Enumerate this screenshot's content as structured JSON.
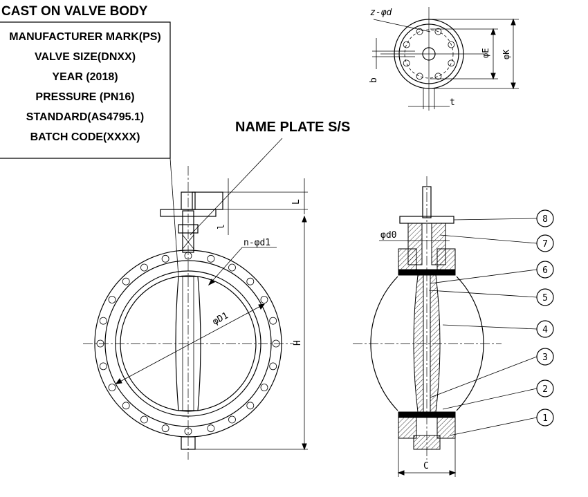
{
  "cast_box": {
    "title": "CAST ON VALVE BODY",
    "lines": [
      "MANUFACTURER MARK(PS)",
      "VALVE SIZE(DNXX)",
      "YEAR (2018)",
      "PRESSURE (PN16)",
      "STANDARD(AS4795.1)",
      "BATCH CODE(XXXX)"
    ]
  },
  "name_plate": "NAME PLATE S/S",
  "dimensions": {
    "z_d": "z-φd",
    "E": "φE",
    "K": "φK",
    "b": "b",
    "t": "t",
    "L": "L",
    "l": "l",
    "n_d1": "n-φd1",
    "D1": "φD1",
    "H": "H",
    "d0": "φd0",
    "C": "C"
  },
  "part_numbers": [
    "8",
    "7",
    "6",
    "5",
    "4",
    "3",
    "2",
    "1"
  ]
}
